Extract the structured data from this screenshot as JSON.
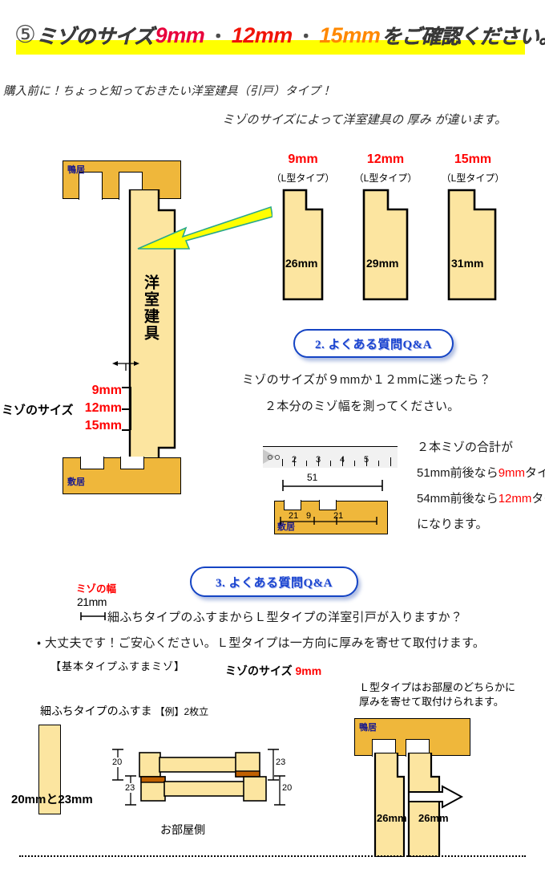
{
  "header": {
    "number": "⑤",
    "text_1": "ミゾのサイズ",
    "size_9": "9mm",
    "dot_1": "・",
    "size_12": "12mm",
    "dot_2": "・",
    "size_15": "15mm",
    "text_2": "をご確認ください。",
    "highlight_color": "#ffff00",
    "color_9": "#e8003c",
    "color_12": "#f01408",
    "color_15": "#ff8800"
  },
  "intro": {
    "line_1": "購入前に！ちょっと知っておきたい洋室建具（引戸）タイプ！",
    "line_2": "ミゾのサイズによって洋室建具の 厚み が違います。"
  },
  "left_diagram": {
    "kamoi_label": "鴨居",
    "shikii_label": "敷居",
    "door_text": "洋室建具",
    "mizo_size_label": "ミゾのサイズ",
    "mizo_9": "9mm",
    "mizo_12": "12mm",
    "mizo_15": "15mm",
    "mizo_haba_label": "ミゾの幅",
    "mizo_haba_value": "21mm",
    "caption": "【基本タイプふすまミゾ】"
  },
  "samples": [
    {
      "title": "9mm",
      "subtitle": "（L型タイプ）",
      "thickness": "26mm"
    },
    {
      "title": "12mm",
      "subtitle": "（L型タイプ）",
      "thickness": "29mm"
    },
    {
      "title": "15mm",
      "subtitle": "（L型タイプ）",
      "thickness": "31mm"
    }
  ],
  "qa2": {
    "badge": "2. よくある質問Q&A",
    "question_1": "ミゾのサイズが９mmか１２mmに迷ったら？",
    "question_2": "２本分のミゾ幅を測ってください。",
    "answer_1": "２本ミゾの合計が",
    "answer_2_pre": "51mm前後なら",
    "answer_2_hl": "9mm",
    "answer_2_post": "タイプ",
    "answer_3_pre": "54mm前後なら",
    "answer_3_hl": "12mm",
    "answer_3_post": "タイプ",
    "answer_4": "になります。",
    "ruler_numbers": [
      "2",
      "3",
      "4",
      "5"
    ],
    "dim_total": "51",
    "dim_left": "21",
    "dim_mid": "9",
    "dim_right": "21",
    "shikii_label": "敷居"
  },
  "qa3": {
    "badge": "3. よくある質問Q&A",
    "question": "細ふちタイプのふすまからＬ型タイプの洋室引戸が入りますか？",
    "answer": "・ 大丈夫です！ご安心ください。Ｌ型タイプは一方向に厚みを寄せて取付けます。",
    "mizo_caption_label": "ミゾのサイズ",
    "mizo_caption_value": "9mm",
    "left_title": "細ふちタイプのふすま",
    "left_title_ex": "【例】2枚立",
    "left_panel_label": "20mmと23mm",
    "dim_20_a": "20",
    "dim_23_a": "23",
    "dim_23_b": "23",
    "dim_20_b": "20",
    "room_side": "お部屋側",
    "right_note_1": "Ｌ型タイプはお部屋のどちらかに",
    "right_note_2": "厚みを寄せて取付けられます。",
    "right_kamoi_label": "鴨居",
    "right_mm_left": "26mm",
    "right_mm_right": "26mm"
  },
  "colors": {
    "kamoi_fill": "#efb73b",
    "door_fill": "#fce5a0",
    "accent_brown": "#c06000",
    "badge_blue": "#1a44d0",
    "label_navy": "#1a1a8c",
    "arrow_yellow": "#ffff00",
    "arrow_outline": "#2aa88a"
  }
}
